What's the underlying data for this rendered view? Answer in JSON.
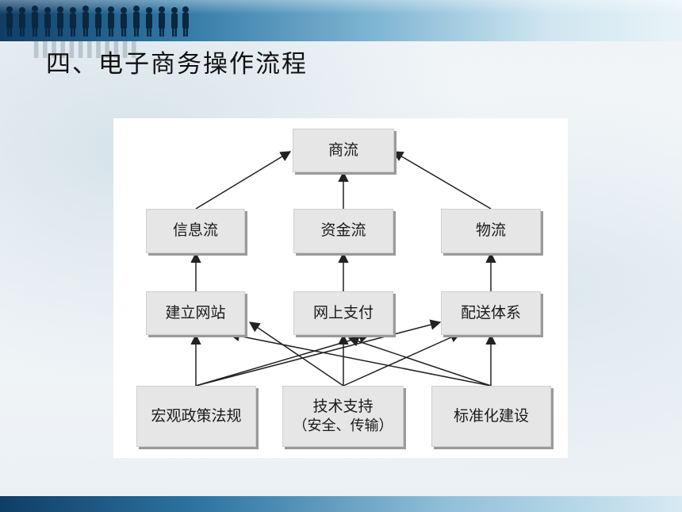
{
  "slide": {
    "title": "四、电子商务操作流程"
  },
  "theme": {
    "band_dark": "#0e3e66",
    "band_mid": "#2f76a3",
    "node_fill": "#e6e6e6",
    "node_shadow": "#9a9a9a",
    "arrow_color": "#222222"
  },
  "diagram": {
    "level_top": {
      "commerce_flow": "商流"
    },
    "level_flows": {
      "info_flow": "信息流",
      "capital_flow": "资金流",
      "logistics_flow": "物流"
    },
    "level_infra": {
      "build_website": "建立网站",
      "online_payment": "网上支付",
      "delivery_system": "配送体系"
    },
    "level_foundation": {
      "policy_law": "宏观政策法规",
      "tech_support": "技术支持",
      "tech_support_detail": "（安全、传输）",
      "standardization": "标准化建设"
    }
  }
}
